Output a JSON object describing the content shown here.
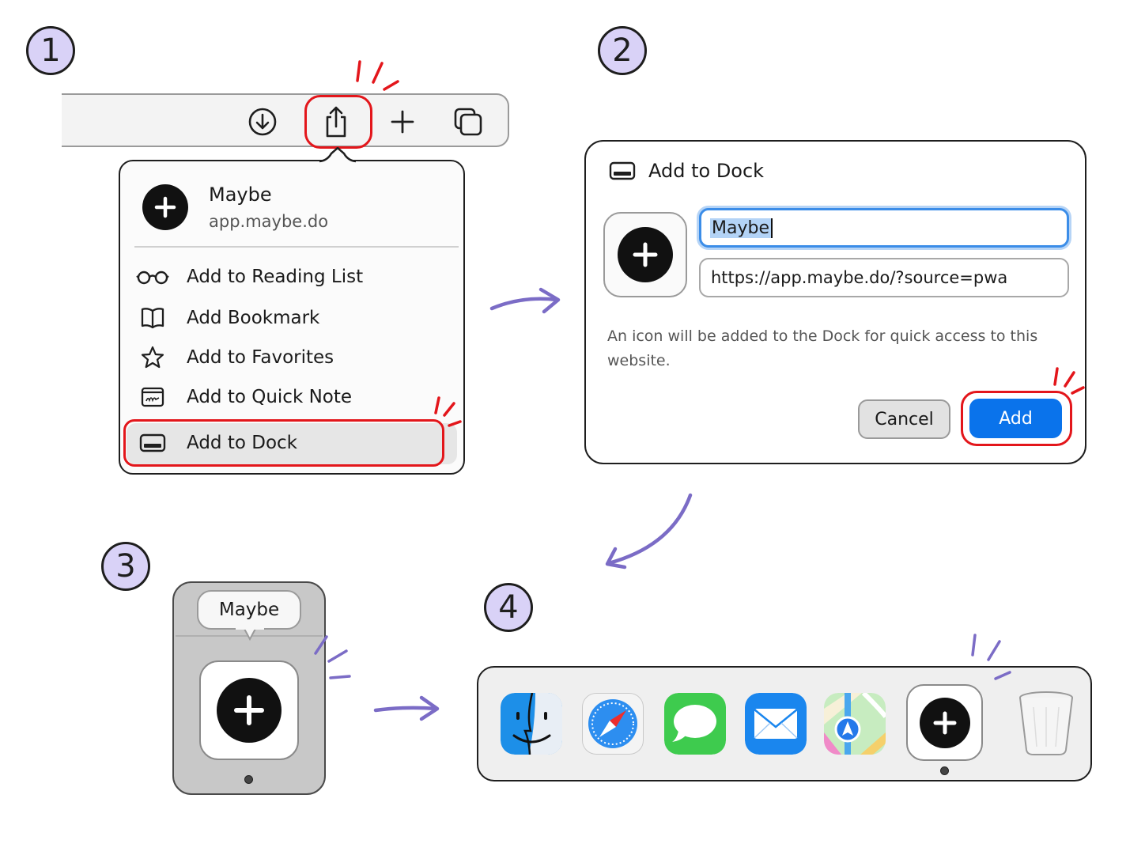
{
  "steps": [
    "1",
    "2",
    "3",
    "4"
  ],
  "colors": {
    "highlight": "#e3161b",
    "arrow": "#7b6cc6",
    "badge_fill": "#d9d2f7",
    "accent_blue": "#0a73eb"
  },
  "toolbar": {
    "icons": [
      "download-icon",
      "share-icon",
      "plus-icon",
      "tabs-overview-icon"
    ]
  },
  "share_menu": {
    "app_name": "Maybe",
    "app_url": "app.maybe.do",
    "items": [
      {
        "icon": "glasses-icon",
        "label": "Add to Reading List"
      },
      {
        "icon": "book-icon",
        "label": "Add Bookmark"
      },
      {
        "icon": "star-icon",
        "label": "Add to Favorites"
      },
      {
        "icon": "quick-note-icon",
        "label": "Add to Quick Note"
      },
      {
        "icon": "dock-icon",
        "label": "Add to Dock"
      }
    ]
  },
  "dialog": {
    "title": "Add to Dock",
    "name_value": "Maybe",
    "url_value": "https://app.maybe.do/?source=pwa",
    "description": "An icon will be added to the Dock for quick access to this website.",
    "cancel_label": "Cancel",
    "add_label": "Add"
  },
  "hover": {
    "tooltip": "Maybe"
  },
  "dock": {
    "apps": [
      "finder-icon",
      "safari-icon",
      "messages-icon",
      "mail-icon",
      "maps-icon",
      "maybe-app-icon",
      "trash-icon"
    ]
  }
}
